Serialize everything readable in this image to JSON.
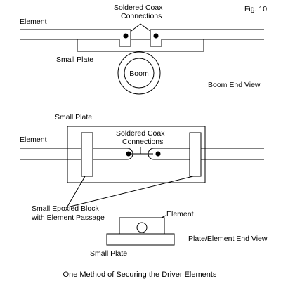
{
  "figure": {
    "fig_label": "Fig. 10",
    "caption": "One Method of Securing the Driver Elements"
  },
  "top_view": {
    "element_label": "Element",
    "connections_label_line1": "Soldered Coax",
    "connections_label_line2": "Connections",
    "small_plate_label": "Small Plate",
    "boom_label": "Boom",
    "view_label": "Boom End View"
  },
  "middle_view": {
    "small_plate_label": "Small Plate",
    "element_label": "Element",
    "connections_label_line1": "Soldered Coax",
    "connections_label_line2": "Connections",
    "block_label_line1": "Small Epoxied Block",
    "block_label_line2": "with Element Passage"
  },
  "bottom_view": {
    "element_label": "Element",
    "view_label": "Plate/Element End View",
    "small_plate_label": "Small Plate"
  }
}
